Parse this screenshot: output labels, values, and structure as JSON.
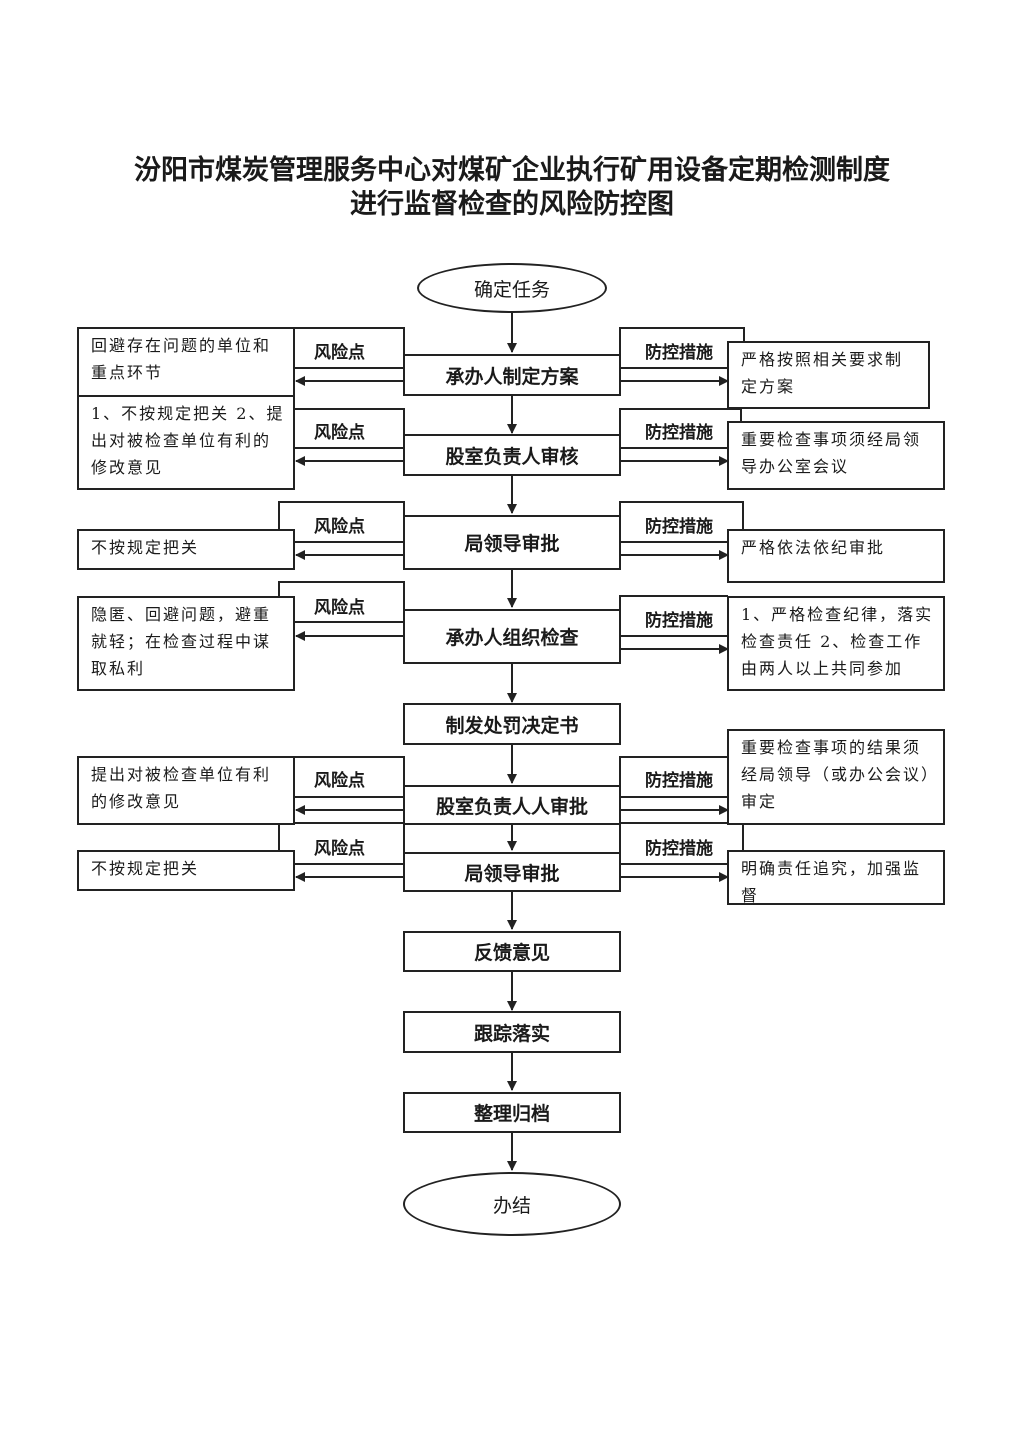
{
  "title": {
    "line1": "汾阳市煤炭管理服务中心对煤矿企业执行矿用设备定期检测制度",
    "line2": "进行监督检查的风险防控图"
  },
  "labels": {
    "risk_point": "风险点",
    "control_measure": "防控措施"
  },
  "flow": {
    "start": "确定任务",
    "end": "办结",
    "steps": [
      {
        "label": "承办人制定方案",
        "risk": "回避存在问题的单位和重点环节",
        "measure": "严格按照相关要求制定方案"
      },
      {
        "label": "股室负责人审核",
        "risk": "1、不按规定把关 2、提出对被检查单位有利的修改意见",
        "measure": "重要检查事项须经局领导办公室会议"
      },
      {
        "label": "局领导审批",
        "risk": "不按规定把关",
        "measure": "严格依法依纪审批"
      },
      {
        "label": "承办人组织检查",
        "risk": "隐匿、回避问题，避重就轻；在检查过程中谋取私利",
        "measure": "1、严格检查纪律，落实检查责任 2、检查工作由两人以上共同参加"
      },
      {
        "label": "制发处罚决定书"
      },
      {
        "label": "股室负责人人审批",
        "risk": "提出对被检查单位有利的修改意见",
        "measure": "重要检查事项的结果须经局领导（或办公会议）审定"
      },
      {
        "label": "局领导审批",
        "risk": "不按规定把关",
        "measure": "明确责任追究，加强监督"
      },
      {
        "label": "反馈意见"
      },
      {
        "label": "跟踪落实"
      },
      {
        "label": "整理归档"
      }
    ]
  }
}
